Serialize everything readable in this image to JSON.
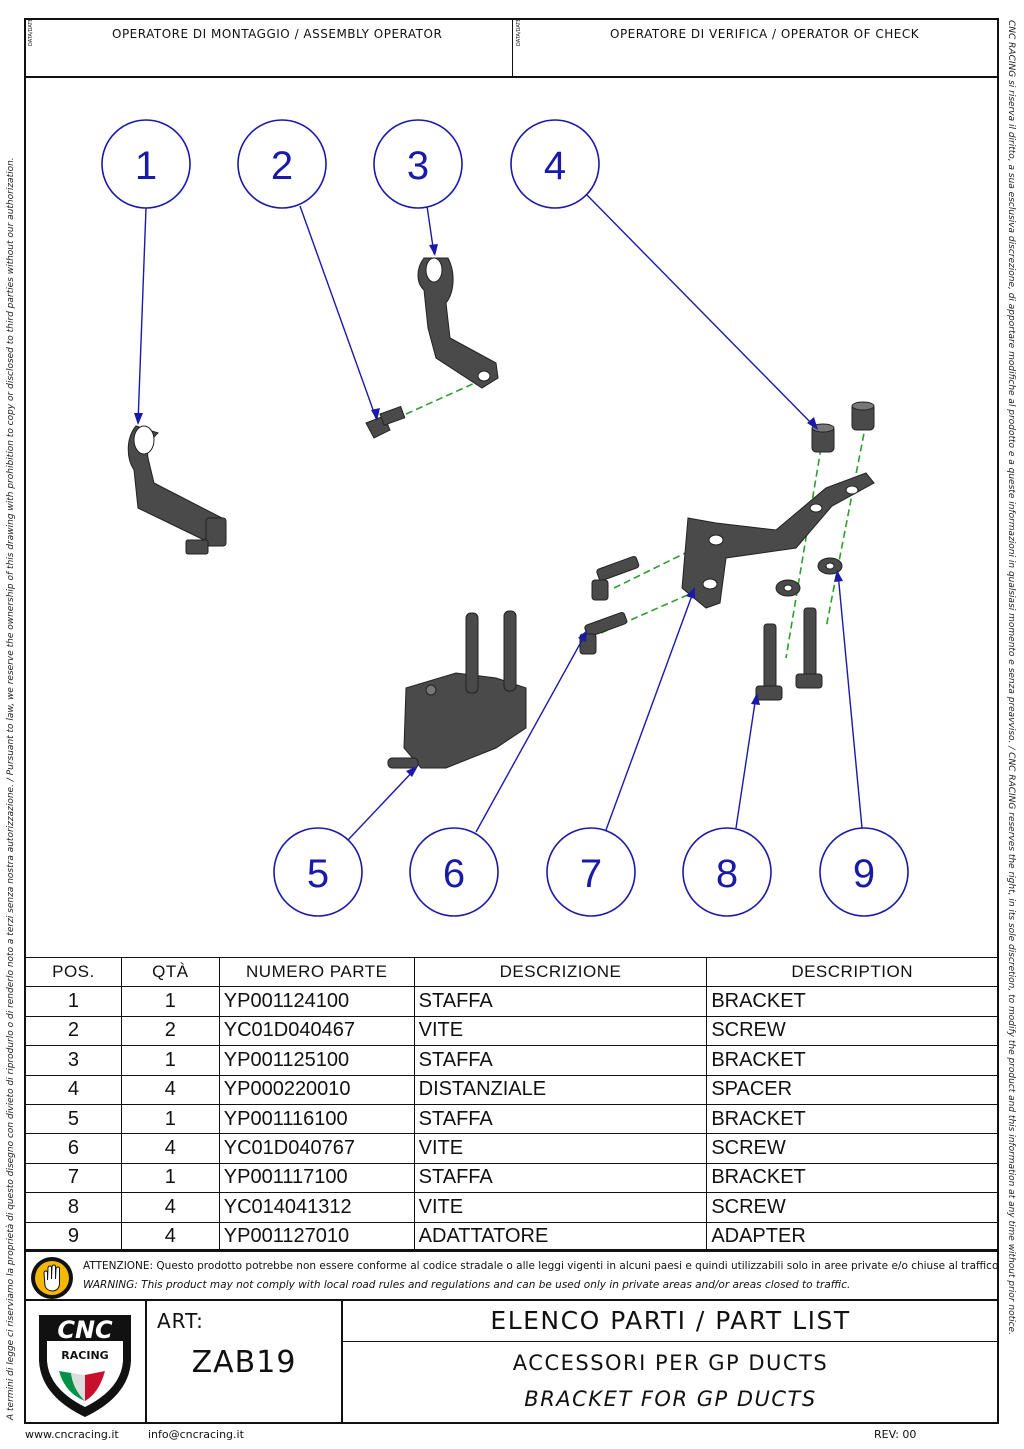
{
  "header": {
    "assembly_operator": "OPERATORE DI MONTAGGIO / ASSEMBLY OPERATOR",
    "check_operator": "OPERATORE DI VERIFICA / OPERATOR OF CHECK",
    "date_label": "DATA/DATE"
  },
  "side_text": {
    "left": "A termini di legge ci riserviamo la proprietà di questo disegno con divieto di riprodurlo o di renderlo noto a terzi senza nostra autorizzazione. / Pursuant to law, we reserve the ownership of this drawing with prohibition to copy or disclosed to third parties without our authorization.",
    "right": "CNC RACING si riserva il diritto, a sua esclusiva discrezione, di apportare modifiche al prodotto e a queste informazioni in qualsiasi momento e senza preavviso. / CNC RACING reserves the right, in its sole discretion, to modify the product and this information at any time without prior notice."
  },
  "balloons": [
    "1",
    "2",
    "3",
    "4",
    "5",
    "6",
    "7",
    "8",
    "9"
  ],
  "parts_table": {
    "headers": [
      "POS.",
      "QTÀ",
      "NUMERO PARTE",
      "DESCRIZIONE",
      "DESCRIPTION"
    ],
    "rows": [
      [
        "1",
        "1",
        "YP001124100",
        "STAFFA",
        "BRACKET"
      ],
      [
        "2",
        "2",
        "YC01D040467",
        "VITE",
        "SCREW"
      ],
      [
        "3",
        "1",
        "YP001125100",
        "STAFFA",
        "BRACKET"
      ],
      [
        "4",
        "4",
        "YP000220010",
        "DISTANZIALE",
        "SPACER"
      ],
      [
        "5",
        "1",
        "YP001116100",
        "STAFFA",
        "BRACKET"
      ],
      [
        "6",
        "4",
        "YC01D040767",
        "VITE",
        "SCREW"
      ],
      [
        "7",
        "1",
        "YP001117100",
        "STAFFA",
        "BRACKET"
      ],
      [
        "8",
        "4",
        "YC014041312",
        "VITE",
        "SCREW"
      ],
      [
        "9",
        "4",
        "YP001127010",
        "ADATTATORE",
        "ADAPTER"
      ]
    ]
  },
  "warning": {
    "italian": "ATTENZIONE: Questo prodotto potrebbe non essere conforme al codice stradale o alle leggi vigenti in alcuni paesi e quindi utilizzabili solo in aree private e/o chiuse al traffico",
    "english": "WARNING: This product may not comply with local road rules and regulations and can be used only in private areas and/or areas closed to traffic."
  },
  "title_block": {
    "logo_text_top": "CNC",
    "logo_text_bottom": "RACING",
    "art_label": "ART:",
    "art_value": "ZAB19",
    "list_title": "ELENCO PARTI / PART LIST",
    "subtitle_it": "ACCESSORI PER GP DUCTS",
    "subtitle_en": "BRACKET FOR GP DUCTS"
  },
  "footer": {
    "website": "www.cncracing.it",
    "email": "info@cncracing.it",
    "revision": "REV: 00"
  },
  "colors": {
    "balloon": "#1a1aa8",
    "centerline": "#2e9e2e",
    "part_fill": "#4a4a4a",
    "logo_red": "#c8102e",
    "logo_green": "#009246",
    "warn_yellow": "#f5b800"
  }
}
